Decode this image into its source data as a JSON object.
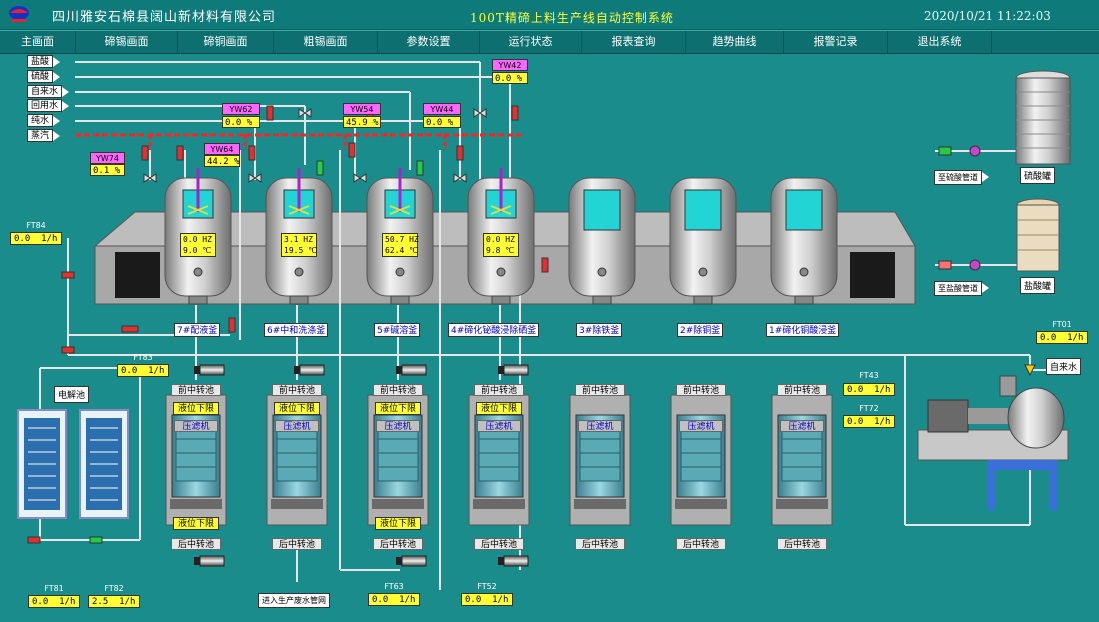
{
  "header": {
    "company": "四川雅安石棉县阔山新材料有限公司",
    "system_title": "100T精碲上料生产线自动控制系统",
    "datetime": "2020/10/21 11:22:03"
  },
  "nav": [
    "主画面",
    "碲锡画面",
    "碲铜画面",
    "粗锡画面",
    "参数设置",
    "运行状态",
    "报表查询",
    "趋势曲线",
    "报警记录",
    "退出系统"
  ],
  "inlets": [
    "盐酸",
    "硫酸",
    "自来水",
    "回用水",
    "纯水",
    "蒸汽"
  ],
  "level_tags": [
    {
      "name": "YW74",
      "value": "0.1",
      "unit": "%"
    },
    {
      "name": "YW64",
      "value": "44.2",
      "unit": "%"
    },
    {
      "name": "YW62",
      "value": "0.0",
      "unit": "%"
    },
    {
      "name": "YW54",
      "value": "45.9",
      "unit": "%"
    },
    {
      "name": "YW44",
      "value": "0.0",
      "unit": "%"
    },
    {
      "name": "YW42",
      "value": "0.0",
      "unit": "%"
    }
  ],
  "tanks": [
    {
      "name": "7#配液釜",
      "hz": "0.0 HZ",
      "temp": "9.0 ℃",
      "agitator": true
    },
    {
      "name": "6#中和洗涤釜",
      "hz": "3.1 HZ",
      "temp": "19.5 ℃",
      "agitator": true
    },
    {
      "name": "5#碱溶釜",
      "hz": "50.7 HZ",
      "temp": "62.4 ℃",
      "agitator": true
    },
    {
      "name": "4#碲化铋酸浸除硒釜",
      "hz": "0.0 HZ",
      "temp": "9.8 ℃",
      "agitator": true
    },
    {
      "name": "3#除铁釜",
      "hz": "",
      "temp": "",
      "agitator": false
    },
    {
      "name": "2#除铜釜",
      "hz": "",
      "temp": "",
      "agitator": false
    },
    {
      "name": "1#碲化铜酸浸釜",
      "hz": "",
      "temp": "",
      "agitator": false
    }
  ],
  "pool_top_label": "前中转池",
  "pool_bottom_label": "后中转池",
  "level_low_label": "液位下限",
  "press_label": "压滤机",
  "filter_units": [
    {
      "top_alarm": true,
      "bottom_alarm": true
    },
    {
      "top_alarm": true,
      "bottom_alarm": false
    },
    {
      "top_alarm": true,
      "bottom_alarm": true
    },
    {
      "top_alarm": true,
      "bottom_alarm": false
    },
    {
      "top_alarm": false,
      "bottom_alarm": false
    },
    {
      "top_alarm": false,
      "bottom_alarm": false
    },
    {
      "top_alarm": false,
      "bottom_alarm": false
    }
  ],
  "flow_meters": [
    {
      "name": "FT84",
      "value": "0.0",
      "unit": "1/h"
    },
    {
      "name": "FT83",
      "value": "0.0",
      "unit": "1/h"
    },
    {
      "name": "FT81",
      "value": "0.0",
      "unit": "1/h"
    },
    {
      "name": "FT82",
      "value": "2.5",
      "unit": "1/h"
    },
    {
      "name": "FT63",
      "value": "0.0",
      "unit": "1/h"
    },
    {
      "name": "FT52",
      "value": "0.0",
      "unit": "1/h"
    },
    {
      "name": "FT43",
      "value": "0.0",
      "unit": "1/h"
    },
    {
      "name": "FT72",
      "value": "0.0",
      "unit": "1/h"
    },
    {
      "name": "FT01",
      "value": "0.0",
      "unit": "1/h"
    }
  ],
  "electrolysis_label": "电解池",
  "wastewater_label": "进入生产废水管网",
  "tap_water_label": "自来水",
  "sulfuric_pipe_label": "至硫酸管道",
  "hcl_pipe_label": "至盐酸管道",
  "sulfuric_tank_label": "硫酸罐",
  "hcl_tank_label": "盐酸罐",
  "colors": {
    "background": "#1a8c8c",
    "pipe": "#e6e6e6",
    "steam": "#ff2020",
    "tank_liquid": "#22d4d4",
    "alarm": "#ffff33",
    "tag_pink": "#ff66ff"
  }
}
